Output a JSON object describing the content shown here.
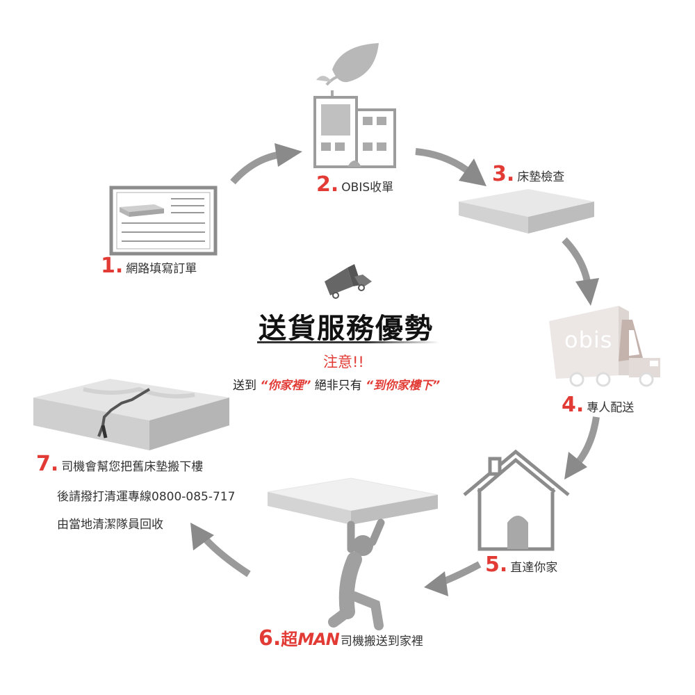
{
  "title": "送貨服務優勢",
  "notice": {
    "heading": "注意!!",
    "prefix": "送到",
    "quote1": "“你家裡”",
    "middle": "絕非只有",
    "quote2": "“到你家樓下”"
  },
  "steps": [
    {
      "num": "1.",
      "label": "網路填寫訂單",
      "icon": "order-form-icon"
    },
    {
      "num": "2.",
      "label": "OBIS收單",
      "icon": "factory-icon"
    },
    {
      "num": "3.",
      "label": "床墊檢查",
      "icon": "mattress-icon"
    },
    {
      "num": "4.",
      "label": "專人配送",
      "icon": "truck-icon"
    },
    {
      "num": "5.",
      "label": "直達你家",
      "icon": "house-icon"
    },
    {
      "num": "6.",
      "label_bold": "超",
      "label_man": "MAN",
      "label": "司機搬送到家裡",
      "icon": "carrying-person-icon"
    },
    {
      "num": "7.",
      "label": "司機會幫您把舊床墊搬下樓",
      "line2": "後請撥打清運專線0800-085-717",
      "line3": "由當地清潔隊員回收",
      "icon": "old-mattress-icon"
    }
  ],
  "truck_logo": "obis",
  "colors": {
    "accent": "#e23b35",
    "icon_gray": "#a9a9a9",
    "arrow_gray": "#999999"
  }
}
